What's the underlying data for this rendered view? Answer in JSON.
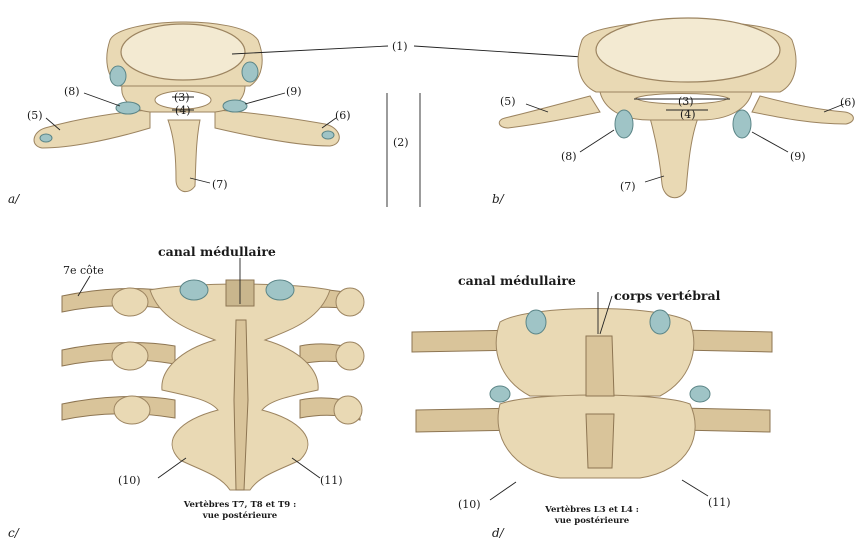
{
  "colors": {
    "bone": "#e9d9b4",
    "cartilage": "#9fc4c6",
    "line": "#222222"
  },
  "labels": {
    "n1": "(1)",
    "n2": "(2)",
    "n3": "(3)",
    "n4": "(4)",
    "n5": "(5)",
    "n6": "(6)",
    "n7": "(7)",
    "n8": "(8)",
    "n9": "(9)",
    "n10": "(10)",
    "n11": "(11)"
  },
  "panels": {
    "a": "a/",
    "b": "b/",
    "c": "c/",
    "d": "d/"
  },
  "panel_c": {
    "title": "canal médullaire",
    "rib_label": "7e côte",
    "caption_line1": "Vertèbres T7, T8 et T9 :",
    "caption_line2": "vue postérieure"
  },
  "panel_d": {
    "title_canal": "canal médullaire",
    "title_corps": "corps vertébral",
    "caption_line1": "Vertèbres L3 et L4 :",
    "caption_line2": "vue postérieure"
  }
}
